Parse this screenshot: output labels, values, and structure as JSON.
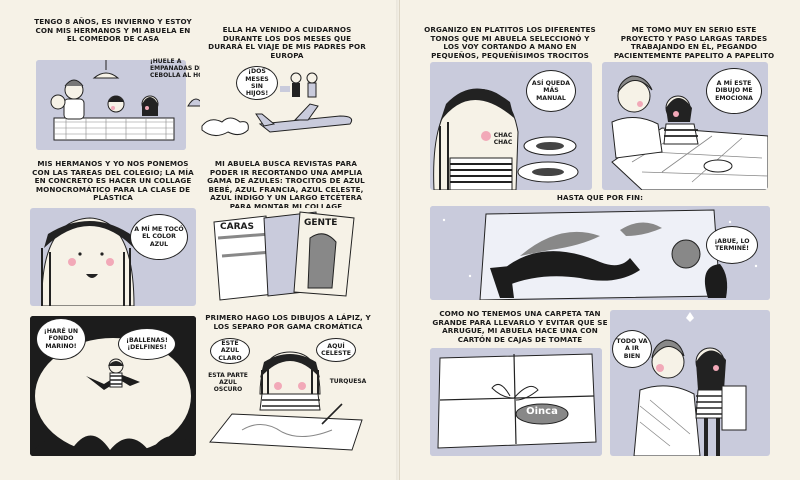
{
  "colors": {
    "paper": "#f6f2e7",
    "blue": "#c9cbdc",
    "ink": "#1a1a1a",
    "cheek": "#f2a9b8"
  },
  "left_page": {
    "p1_caption": "Tengo 8 años, es invierno y estoy con mis hermanos y mi abuela en el comedor de casa",
    "p1_smell": "¡Huele a empanadas de cebolla al horno",
    "p2_caption": "Ella ha venido a cuidarnos durante los dos meses que durará el viaje de mis padres por Europa",
    "p2_bubble": "¡Dos meses sin hijos!",
    "p3_caption": "Mis hermanos y yo nos ponemos con las tareas del colegio; la mía en concreto es hacer un collage monocromático para la clase de plástica",
    "p3_bubble": "A mí me tocó el color azul",
    "p4_caption": "Mi abuela busca revistas para poder ir recortando una amplia gama de azules: trocitos de azul bebé, azul francia, azul celeste, azul índigo y un largo etcétera para montar mi collage",
    "p4_mag1": "CARAS",
    "p4_mag2": "GENTE",
    "p5_bubble1": "¡Haré un fondo marino!",
    "p5_bubble2": "¡Ballenas! ¡Delfines!",
    "p6_caption": "Primero hago los dibujos a lápiz, y los separo por gama cromática",
    "p6_bubble1": "Este azul claro",
    "p6_bubble2": "Aquí celeste",
    "p6_bubble3": "Esta parte azul oscuro",
    "p6_bubble4": "Turquesa"
  },
  "right_page": {
    "p7_caption": "Organizo en platitos los diferentes tonos que mi abuela seleccionó y los voy cortando a mano en pequeños, pequeñísimos trocitos",
    "p7_bubble": "Así queda más manual",
    "p7_sfx": "Chac chac",
    "p8_caption": "Me tomo muy en serio este proyecto y paso largas tardes trabajando en él, pegando pacientemente papelito a papelito",
    "p8_bubble": "A mí este dibujo me emociona",
    "p9_caption": "Hasta que por fin:",
    "p9_bubble": "¡Abue, lo terminé!",
    "p10_caption": "Como no tenemos una carpeta tan grande para llevarlo y evitar que se arrugue, mi abuela hace una con cartón de cajas de tomate",
    "p10_logo": "Oinca",
    "p11_bubble": "Todo va a ir bien"
  }
}
